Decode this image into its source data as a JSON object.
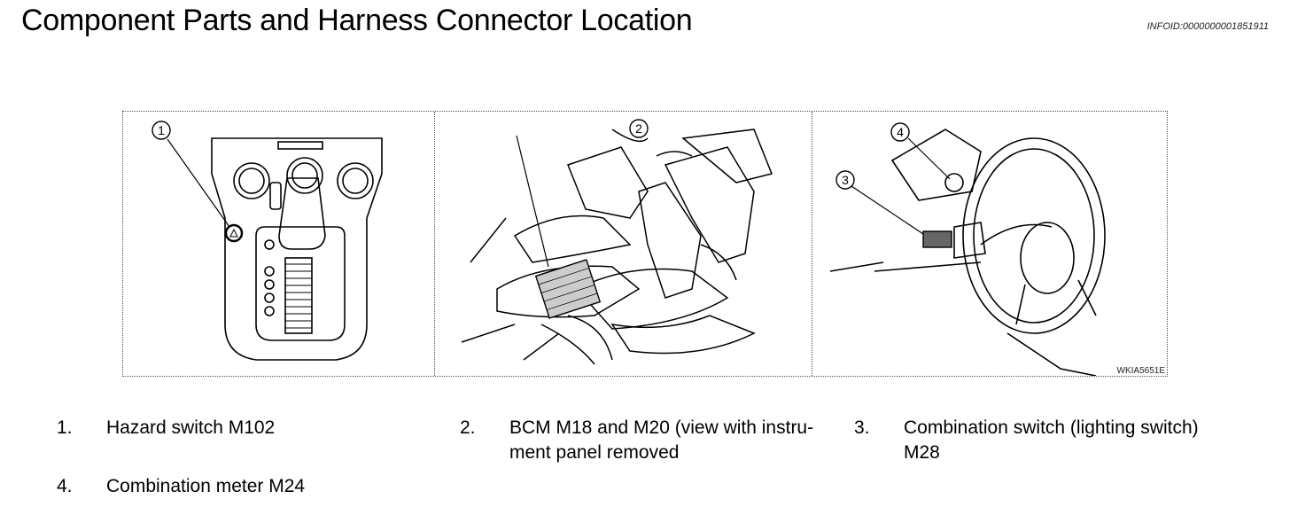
{
  "header": {
    "title": "Component Parts and Harness Connector Location",
    "info_id": "INFOID:0000000001851911"
  },
  "figure": {
    "code": "WKIA5651E",
    "callouts": [
      "1",
      "2",
      "3",
      "4"
    ]
  },
  "legend": [
    {
      "num": "1.",
      "text": "Hazard switch M102"
    },
    {
      "num": "2.",
      "text": "BCM M18 and M20 (view with instru-\nment panel removed"
    },
    {
      "num": "3.",
      "text": "Combination switch (lighting switch)\nM28"
    },
    {
      "num": "4.",
      "text": "Combination meter M24"
    }
  ]
}
